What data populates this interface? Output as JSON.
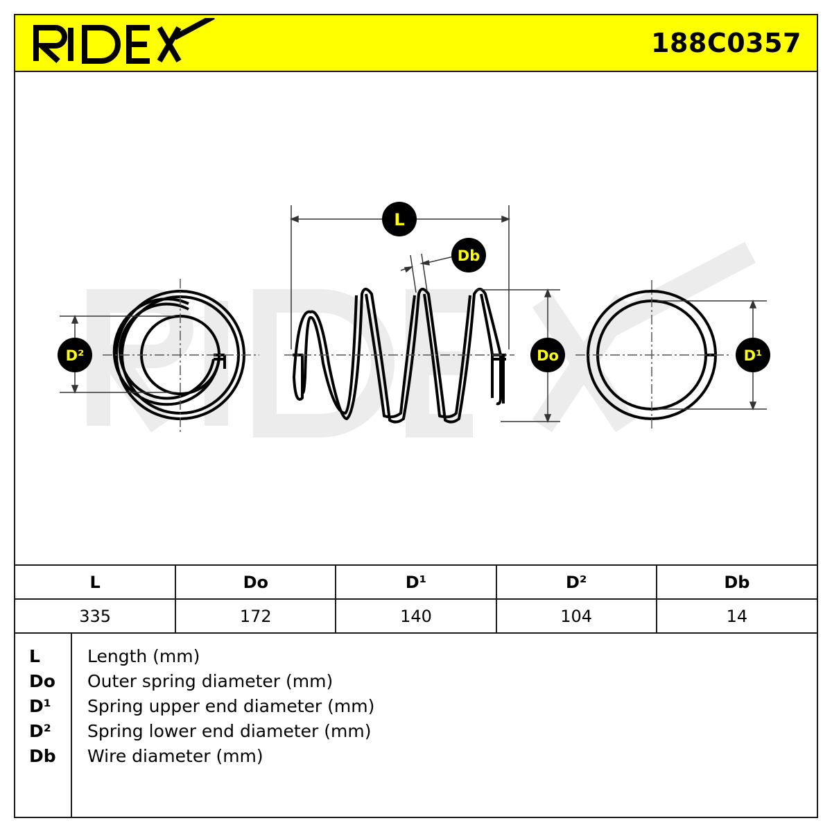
{
  "header": {
    "brand": "RIDEX",
    "part_number": "188C0357"
  },
  "colors": {
    "accent_yellow": "#ffff00",
    "badge_black": "#000000",
    "line": "#1a1a1a",
    "watermark": "#eeeeee"
  },
  "diagram": {
    "watermark": "RIDEX",
    "labels": {
      "L": "L",
      "Do": "Do",
      "D1": "D¹",
      "D2": "D²",
      "Db": "Db"
    }
  },
  "table": {
    "headers": [
      "L",
      "Do",
      "D¹",
      "D²",
      "Db"
    ],
    "values": [
      "335",
      "172",
      "140",
      "104",
      "14"
    ]
  },
  "legend": [
    {
      "key": "L",
      "desc": "Length (mm)"
    },
    {
      "key": "Do",
      "desc": "Outer spring diameter (mm)"
    },
    {
      "key": "D¹",
      "desc": "Spring upper end diameter (mm)"
    },
    {
      "key": "D²",
      "desc": "Spring lower end diameter (mm)"
    },
    {
      "key": "Db",
      "desc": "Wire diameter (mm)"
    }
  ]
}
